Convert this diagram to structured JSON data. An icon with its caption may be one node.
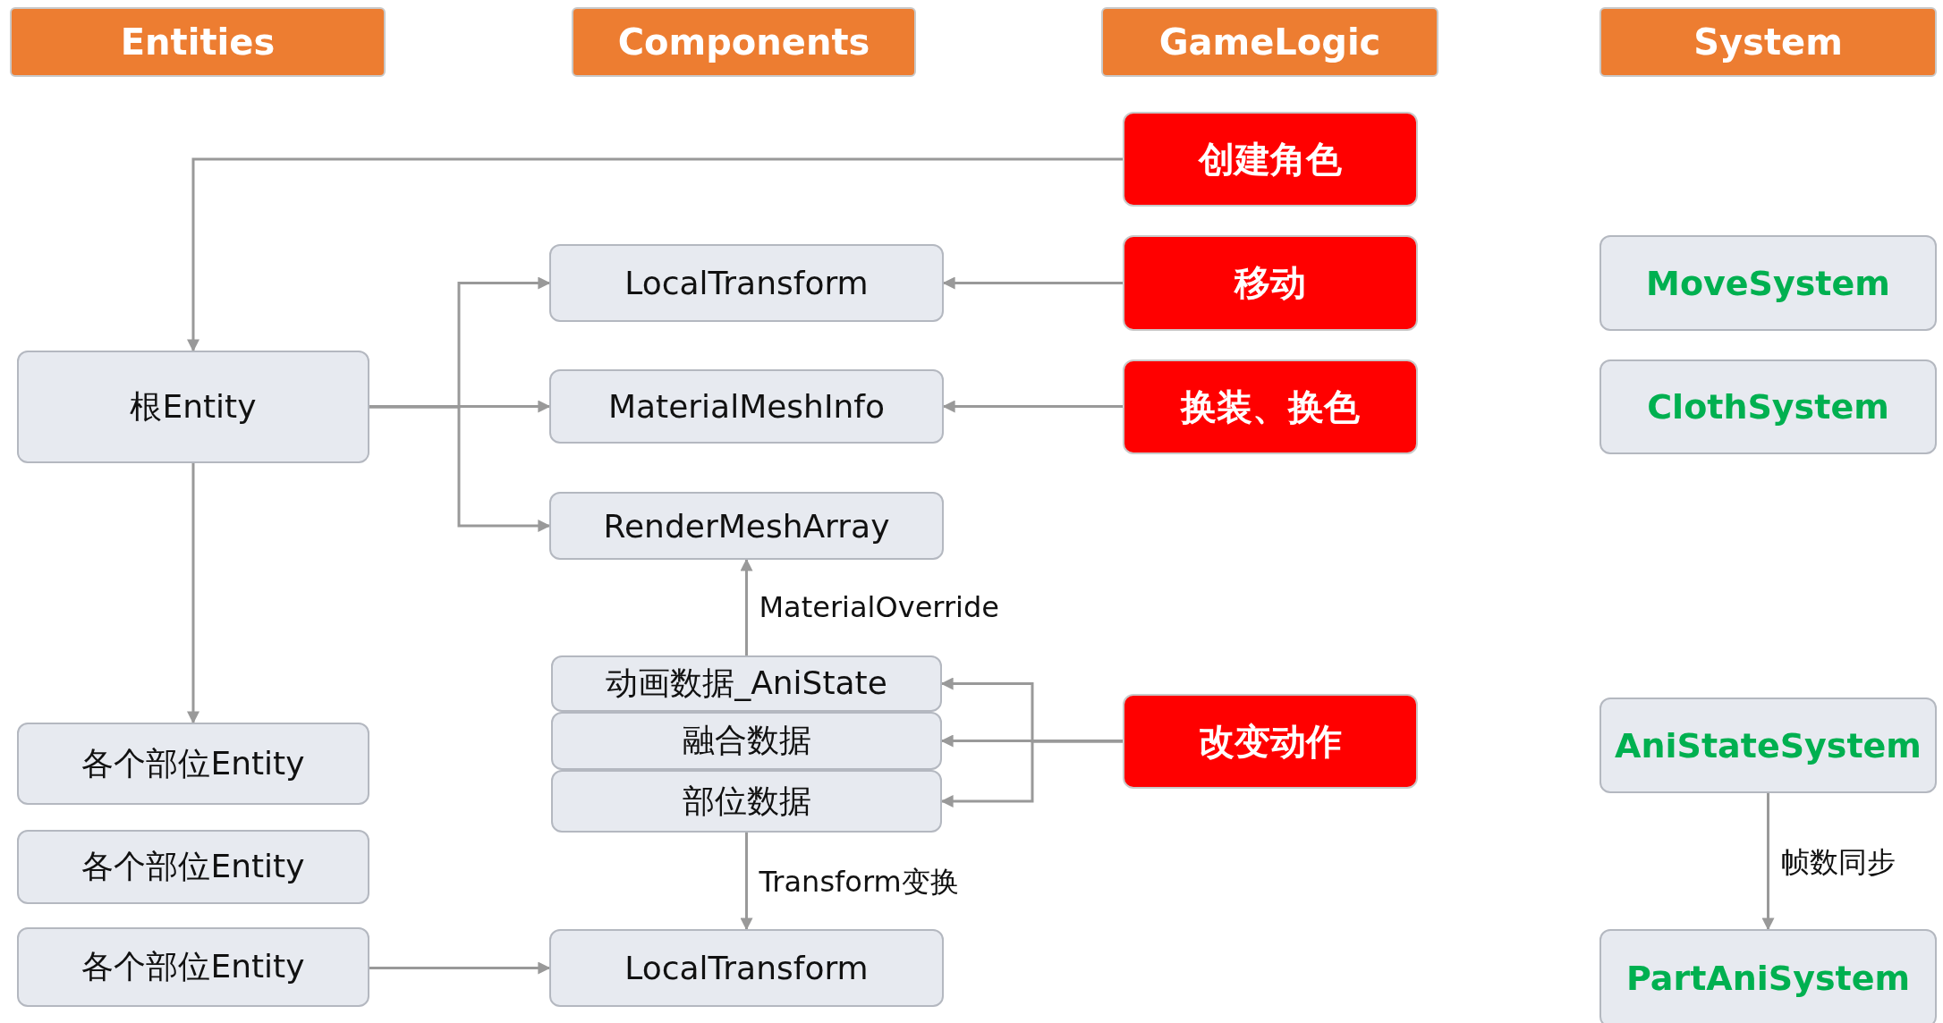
{
  "diagram": {
    "nodes": [
      {
        "text": [
          "Entities"
        ]
      },
      {
        "text": [
          "Components"
        ]
      },
      {
        "text": [
          "GameLogic"
        ]
      },
      {
        "text": [
          "System"
        ]
      },
      {
        "text": [
          "创建角色"
        ]
      },
      {
        "text": [
          "LocalTransform"
        ]
      },
      {
        "text": [
          "移动"
        ]
      },
      {
        "text": [
          "MoveSystem"
        ]
      },
      {
        "text": [
          "根Entity"
        ]
      },
      {
        "text": [
          "MaterialMeshInfo"
        ]
      },
      {
        "text": [
          "换装、换色"
        ]
      },
      {
        "text": [
          "ClothSystem"
        ]
      },
      {
        "text": [
          "RenderMeshArray"
        ]
      },
      {
        "text": [
          "动画数据_AniState"
        ]
      },
      {
        "text": [
          "融合数据"
        ]
      },
      {
        "text": [
          "部位数据"
        ]
      },
      {
        "text": [
          "改变动作"
        ]
      },
      {
        "text": [
          "AniStateSystem"
        ]
      },
      {
        "text": [
          "各个部位Entity"
        ]
      },
      {
        "text": [
          "各个部位Entity"
        ]
      },
      {
        "text": [
          "各个部位Entity"
        ]
      },
      {
        "text": [
          "LocalTransform"
        ]
      },
      {
        "text": [
          "PartAniSystem"
        ]
      }
    ],
    "edges": [
      {
        "from": 4,
        "to": 8,
        "arrow": "to"
      },
      {
        "from": 6,
        "to": 5,
        "arrow": "to"
      },
      {
        "from": 8,
        "to": 5,
        "arrow": "to"
      },
      {
        "from": 8,
        "to": 9,
        "arrow": "to"
      },
      {
        "from": 10,
        "to": 9,
        "arrow": "to"
      },
      {
        "from": 8,
        "to": 12,
        "arrow": "to"
      },
      {
        "from": 13,
        "to": 12,
        "arrow": "to",
        "label": "MaterialOverride"
      },
      {
        "from": 16,
        "to": 13,
        "arrow": "to"
      },
      {
        "from": 16,
        "to": 14,
        "arrow": "to"
      },
      {
        "from": 16,
        "to": 15,
        "arrow": "to"
      },
      {
        "from": 8,
        "to": 18,
        "arrow": "to"
      },
      {
        "from": 15,
        "to": 21,
        "arrow": "to",
        "label": "Transform变换"
      },
      {
        "from": 20,
        "to": 21,
        "arrow": "to"
      },
      {
        "from": 17,
        "to": 22,
        "arrow": "to",
        "label": "帧数同步"
      }
    ]
  }
}
